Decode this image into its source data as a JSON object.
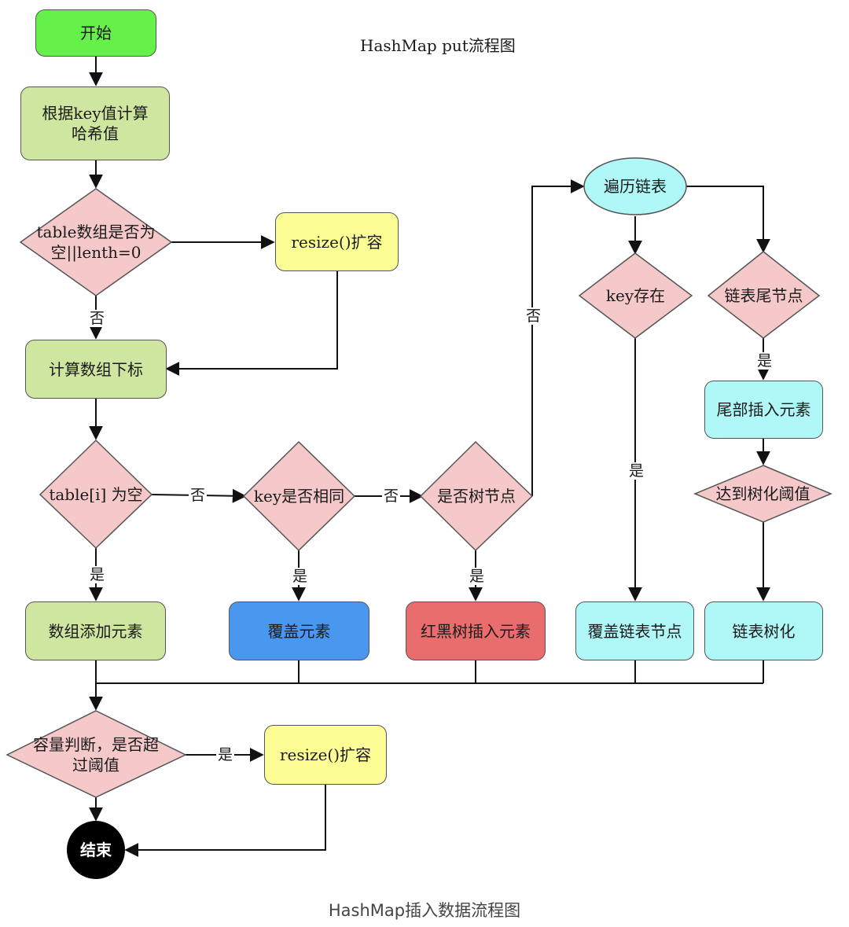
{
  "title": "HashMap put流程图",
  "caption": "HashMap插入数据流程图",
  "colors": {
    "start_green": "#66f04a",
    "process_green": "#cfe6a0",
    "decision_pink": "#f5c9c9",
    "resize_yellow": "#fdfd96",
    "cover_blue": "#4a97f0",
    "redblack_red": "#ea6d6d",
    "cyan": "#b0f7f7",
    "end_black": "#000000"
  },
  "nodes": {
    "start": "开始",
    "hash": "根据key值计算哈希值",
    "table_empty": "table数组是否为空||lenth=0",
    "resize1": "resize()扩容",
    "index": "计算数组下标",
    "slot_empty": "table[i] 为空",
    "key_same": "key是否相同",
    "tree_node": "是否树节点",
    "traverse": "遍历链表",
    "key_exists": "key存在",
    "tail_node": "链表尾节点",
    "tail_insert": "尾部插入元素",
    "threshold_tree": "达到树化阈值",
    "add_element": "数组添加元素",
    "cover": "覆盖元素",
    "rb_insert": "红黑树插入元素",
    "cover_node": "覆盖链表节点",
    "treeify": "链表树化",
    "capacity": "容量判断，是否超过阈值",
    "resize2": "resize()扩容",
    "end": "结束"
  },
  "edge_labels": {
    "no_table": "否",
    "no_slot": "否",
    "no_key": "否",
    "no_tree": "否",
    "yes_key_exists": "是",
    "yes_tail": "是",
    "yes_slot": "是",
    "yes_key": "是",
    "yes_tree": "是",
    "yes_capacity": "是"
  }
}
